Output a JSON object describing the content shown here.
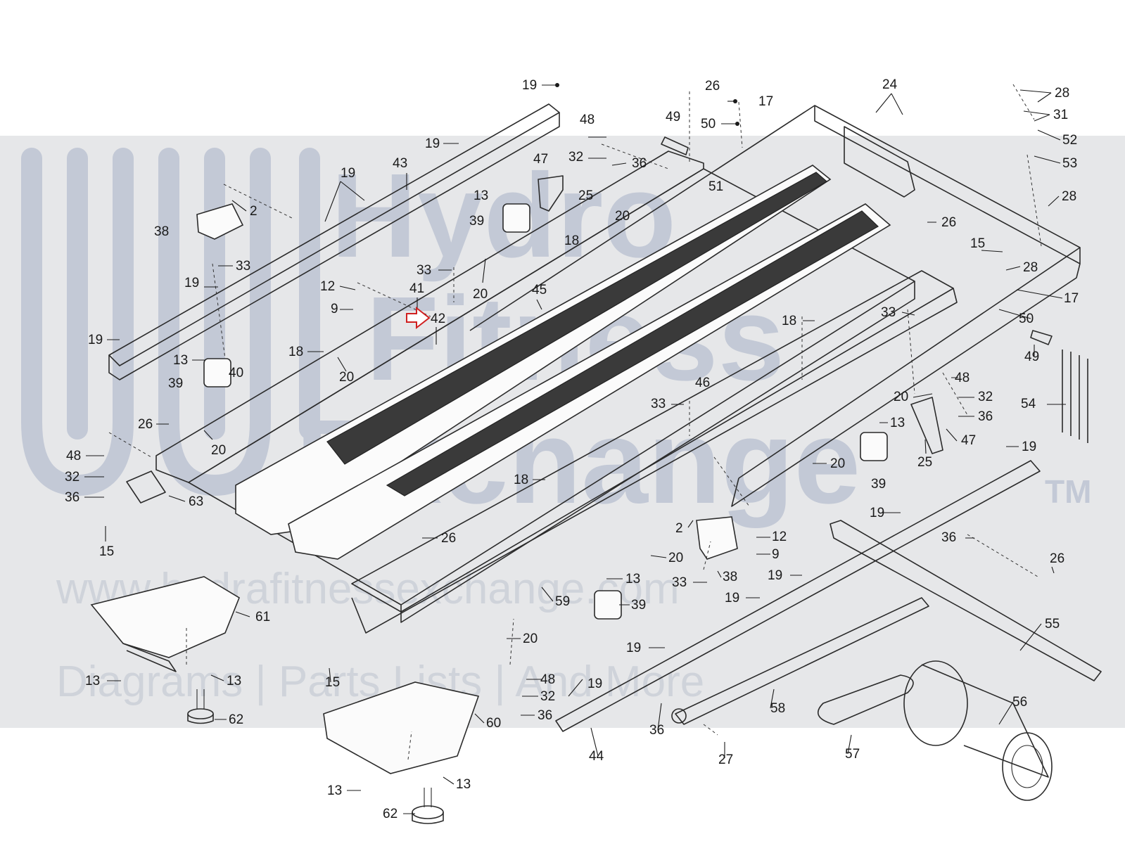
{
  "watermark": {
    "logo_text": [
      "Hydro",
      "Fitness",
      "Exchange"
    ],
    "trademark": "TM",
    "url": "www.hydrafitnessexchange.com",
    "tagline": "Diagrams | Parts Lists | And More"
  },
  "callouts": [
    {
      "id": "c1",
      "text": "19"
    },
    {
      "id": "c2",
      "text": "26"
    },
    {
      "id": "c3",
      "text": "17"
    },
    {
      "id": "c4",
      "text": "24"
    },
    {
      "id": "c5",
      "text": "28"
    },
    {
      "id": "c6",
      "text": "31"
    },
    {
      "id": "c7",
      "text": "52"
    },
    {
      "id": "c8",
      "text": "53"
    },
    {
      "id": "c9",
      "text": "28"
    },
    {
      "id": "c10",
      "text": "50"
    },
    {
      "id": "c11",
      "text": "49"
    },
    {
      "id": "c12",
      "text": "48"
    },
    {
      "id": "c13",
      "text": "32"
    },
    {
      "id": "c14",
      "text": "36"
    },
    {
      "id": "c15",
      "text": "51"
    },
    {
      "id": "c16",
      "text": "47"
    },
    {
      "id": "c17",
      "text": "25"
    },
    {
      "id": "c18",
      "text": "13"
    },
    {
      "id": "c19",
      "text": "39"
    },
    {
      "id": "c20",
      "text": "18"
    },
    {
      "id": "c21",
      "text": "20"
    },
    {
      "id": "c22",
      "text": "19"
    },
    {
      "id": "c23",
      "text": "43"
    },
    {
      "id": "c24",
      "text": "19"
    },
    {
      "id": "c25",
      "text": "2"
    },
    {
      "id": "c26",
      "text": "38"
    },
    {
      "id": "c27",
      "text": "33"
    },
    {
      "id": "c28",
      "text": "19"
    },
    {
      "id": "c29",
      "text": "19"
    },
    {
      "id": "c30",
      "text": "12"
    },
    {
      "id": "c31",
      "text": "9"
    },
    {
      "id": "c32",
      "text": "41"
    },
    {
      "id": "c33",
      "text": "42"
    },
    {
      "id": "c34",
      "text": "33"
    },
    {
      "id": "c35",
      "text": "20"
    },
    {
      "id": "c36",
      "text": "45"
    },
    {
      "id": "c37",
      "text": "26"
    },
    {
      "id": "c38",
      "text": "15"
    },
    {
      "id": "c39",
      "text": "28"
    },
    {
      "id": "c40",
      "text": "17"
    },
    {
      "id": "c41",
      "text": "50"
    },
    {
      "id": "c42",
      "text": "33"
    },
    {
      "id": "c43",
      "text": "18"
    },
    {
      "id": "c44",
      "text": "49"
    },
    {
      "id": "c45",
      "text": "13"
    },
    {
      "id": "c46",
      "text": "18"
    },
    {
      "id": "c47",
      "text": "20"
    },
    {
      "id": "c48",
      "text": "39"
    },
    {
      "id": "c49",
      "text": "40"
    },
    {
      "id": "c50",
      "text": "46"
    },
    {
      "id": "c51",
      "text": "48"
    },
    {
      "id": "c52",
      "text": "20"
    },
    {
      "id": "c53",
      "text": "32"
    },
    {
      "id": "c54",
      "text": "36"
    },
    {
      "id": "c55",
      "text": "54"
    },
    {
      "id": "c56",
      "text": "33"
    },
    {
      "id": "c57",
      "text": "13"
    },
    {
      "id": "c58",
      "text": "47"
    },
    {
      "id": "c59",
      "text": "25"
    },
    {
      "id": "c60",
      "text": "19"
    },
    {
      "id": "c61",
      "text": "26"
    },
    {
      "id": "c62",
      "text": "20"
    },
    {
      "id": "c63",
      "text": "20"
    },
    {
      "id": "c64",
      "text": "39"
    },
    {
      "id": "c65",
      "text": "48"
    },
    {
      "id": "c66",
      "text": "32"
    },
    {
      "id": "c67",
      "text": "36"
    },
    {
      "id": "c68",
      "text": "63"
    },
    {
      "id": "c69",
      "text": "15"
    },
    {
      "id": "c70",
      "text": "18"
    },
    {
      "id": "c71",
      "text": "19"
    },
    {
      "id": "c72",
      "text": "2"
    },
    {
      "id": "c73",
      "text": "12"
    },
    {
      "id": "c74",
      "text": "9"
    },
    {
      "id": "c75",
      "text": "26"
    },
    {
      "id": "c76",
      "text": "20"
    },
    {
      "id": "c77",
      "text": "38"
    },
    {
      "id": "c78",
      "text": "36"
    },
    {
      "id": "c79",
      "text": "26"
    },
    {
      "id": "c80",
      "text": "33"
    },
    {
      "id": "c81",
      "text": "13"
    },
    {
      "id": "c82",
      "text": "19"
    },
    {
      "id": "c83",
      "text": "19"
    },
    {
      "id": "c84",
      "text": "61"
    },
    {
      "id": "c85",
      "text": "59"
    },
    {
      "id": "c86",
      "text": "39"
    },
    {
      "id": "c87",
      "text": "55"
    },
    {
      "id": "c88",
      "text": "20"
    },
    {
      "id": "c89",
      "text": "15"
    },
    {
      "id": "c90",
      "text": "19"
    },
    {
      "id": "c91",
      "text": "13"
    },
    {
      "id": "c92",
      "text": "13"
    },
    {
      "id": "c93",
      "text": "48"
    },
    {
      "id": "c94",
      "text": "19"
    },
    {
      "id": "c95",
      "text": "32"
    },
    {
      "id": "c96",
      "text": "58"
    },
    {
      "id": "c97",
      "text": "56"
    },
    {
      "id": "c98",
      "text": "62"
    },
    {
      "id": "c99",
      "text": "36"
    },
    {
      "id": "c100",
      "text": "60"
    },
    {
      "id": "c101",
      "text": "36"
    },
    {
      "id": "c102",
      "text": "57"
    },
    {
      "id": "c103",
      "text": "27"
    },
    {
      "id": "c104",
      "text": "44"
    },
    {
      "id": "c105",
      "text": "13"
    },
    {
      "id": "c106",
      "text": "13"
    },
    {
      "id": "c107",
      "text": "62"
    }
  ]
}
